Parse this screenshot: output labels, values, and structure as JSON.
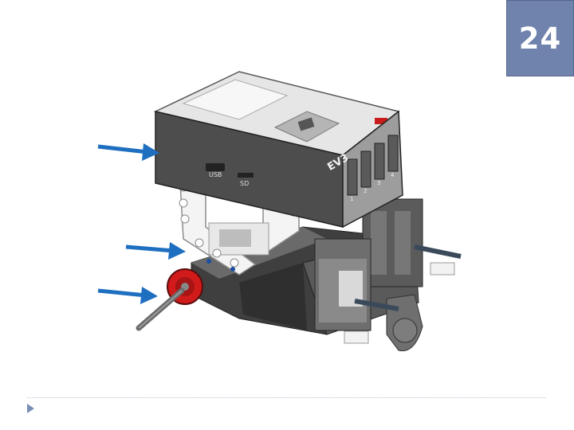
{
  "slide": {
    "step_number": "24"
  },
  "model": {
    "brick_label": "EV3",
    "port_usb": "USB",
    "port_sd": "SD",
    "port_numbers": [
      "1",
      "2",
      "3",
      "4"
    ]
  },
  "colors": {
    "badge_bg": "#7083ad",
    "arrow": "#1f6fc1",
    "brick_dark": "#4d4d4d",
    "brick_light": "#d9d9d9",
    "accent_red": "#cc1f1f"
  },
  "icons": [
    "arrow-right-icon",
    "bullet-triangle-icon"
  ]
}
